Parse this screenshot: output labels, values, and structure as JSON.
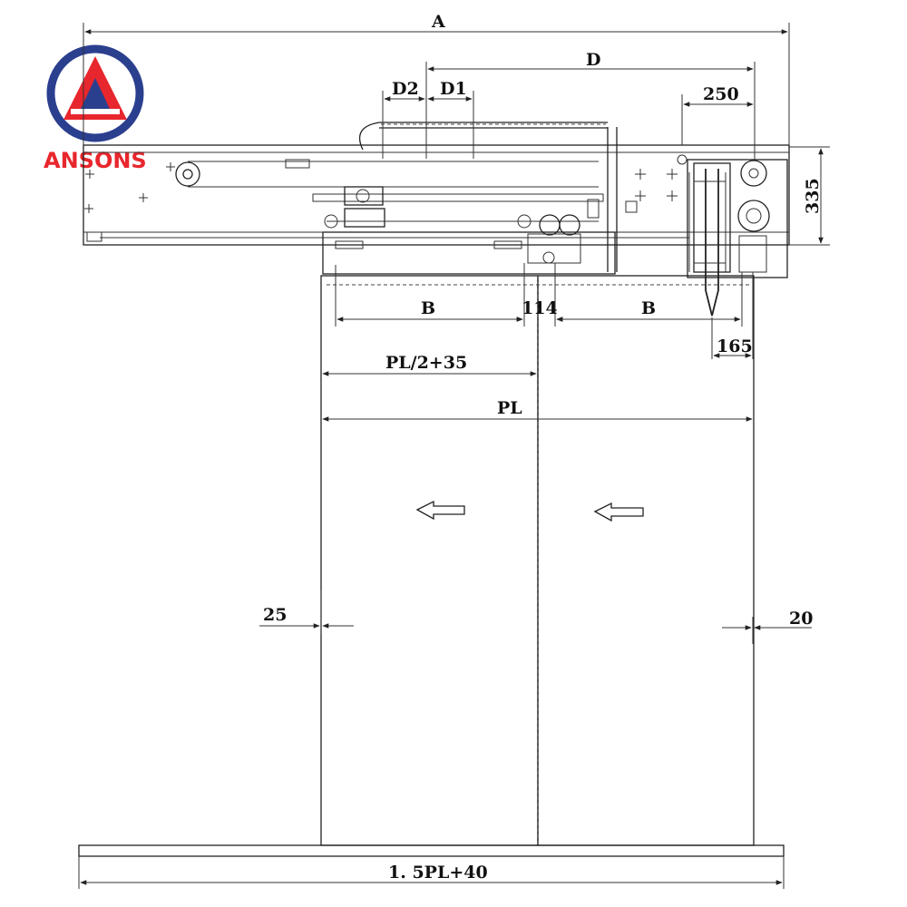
{
  "logo": {
    "text": "ANSONS",
    "ring_color": "#2b3f8f",
    "triangle_color": "#e8262d",
    "text_color": "#e8262d",
    "accent_color": "#2b3f8f"
  },
  "dimensions": {
    "overall_width": "A",
    "drive_span": "D",
    "d2": "D2",
    "d1": "D1",
    "right_offset": "250",
    "header_height": "335",
    "left_b": "B",
    "center_gap": "114",
    "right_b": "B",
    "contact_offset": "165",
    "half_opening": "PL/2+35",
    "opening_width": "PL",
    "left_clearance": "25",
    "right_clearance": "20",
    "sill_length": "1. 5PL+40"
  }
}
